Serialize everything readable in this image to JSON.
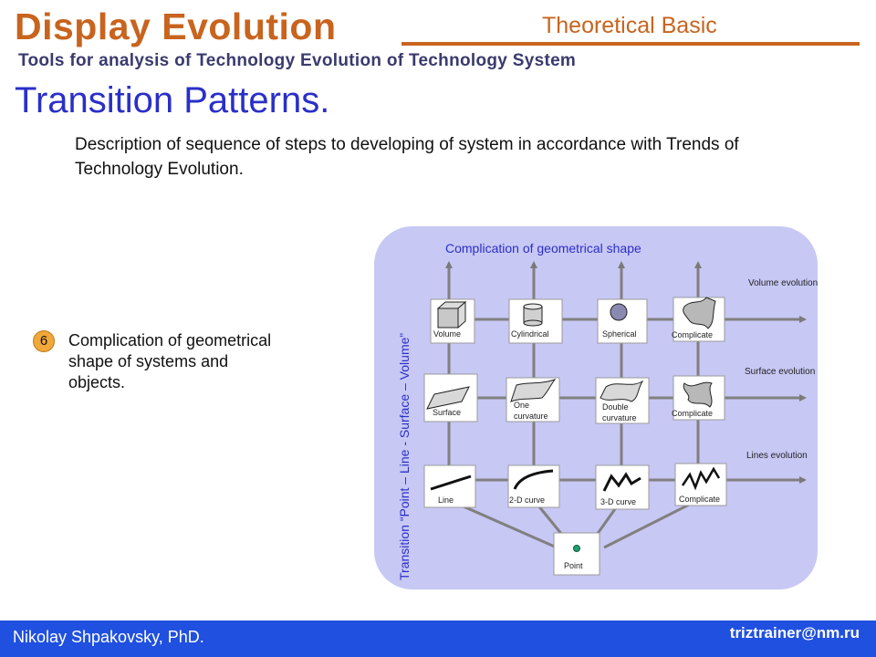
{
  "header": {
    "brand": "Display Evolution",
    "section": "Theoretical Basic",
    "tagline": "Tools for analysis of Technology Evolution of Technology System"
  },
  "title": "Transition Patterns.",
  "description": "Description of sequence of steps to developing of system in accordance with Trends of Technology Evolution.",
  "item": {
    "number": "6",
    "text": "Complication of geometrical shape of systems and objects."
  },
  "diagram": {
    "top_label": "Complication of geometrical shape",
    "side_label": "Transition “Point – Line - Surface – Volume”",
    "row_labels": [
      "Volume evolution",
      "Surface evolution",
      "Lines evolution"
    ],
    "volume_row": [
      "Volume",
      "Cylindrical",
      "Spherical",
      "Complicate"
    ],
    "surface_row": [
      "Surface",
      "One curvature",
      "Double curvature",
      "Complicate"
    ],
    "line_row": [
      "Line",
      "2-D curve",
      "3-D curve",
      "Complicate"
    ],
    "point": "Point",
    "colors": {
      "background": "#c8c8f5",
      "lines": "#808080",
      "box_border": "#9a9a9a",
      "point_dot": "#20a070"
    }
  },
  "footer": {
    "author": "Nikolay Shpakovsky, PhD.",
    "email": "triztrainer@nm.ru"
  },
  "colors": {
    "accent": "#c8641e",
    "title": "#2a2fc8",
    "footer": "#2050e0",
    "badge": "#f0a83a"
  }
}
